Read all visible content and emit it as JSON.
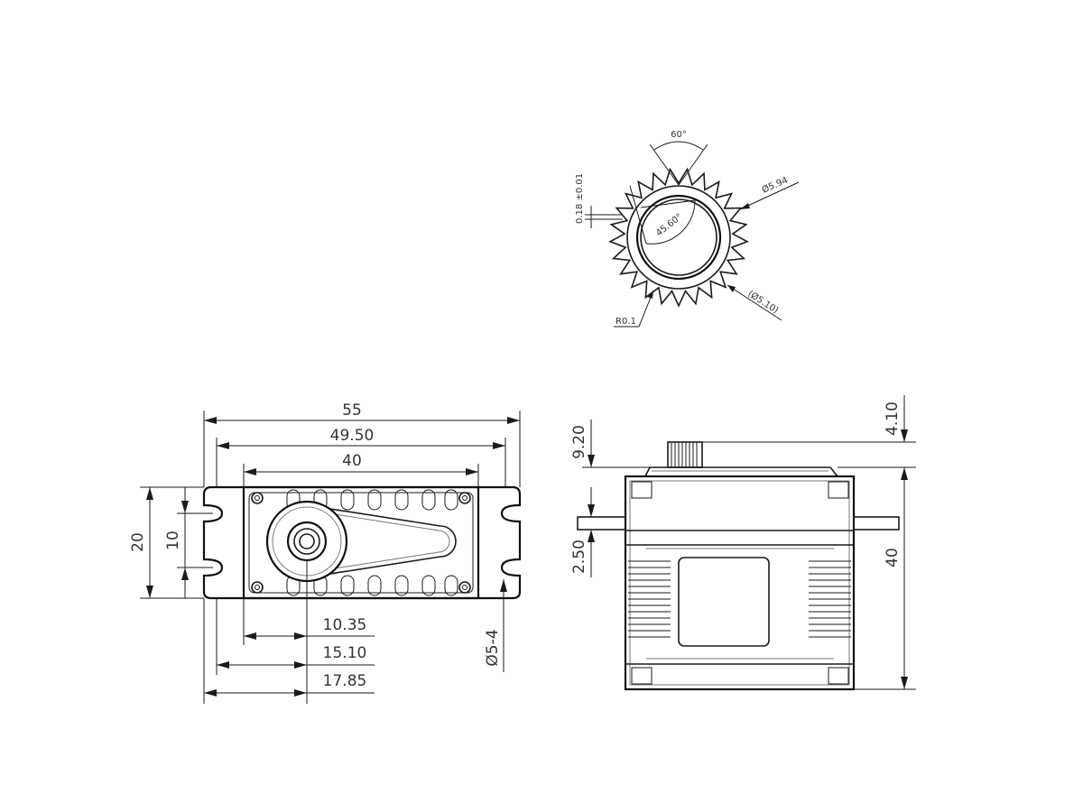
{
  "gear_detail": {
    "tooth_angle": "60°",
    "tooth_depth": "0.18 ±0.01",
    "outer_diameter": "Ø5.94",
    "pressure_angle": "45.60°",
    "root_diameter": "(Ø5.10)",
    "root_radius": "R0.1"
  },
  "top_view": {
    "overall_length": "55",
    "mounting_hole_spacing": "49.50",
    "body_length": "40",
    "overall_width": "20",
    "hole_spacing_vertical": "10",
    "shaft_offset_1": "10.35",
    "shaft_offset_2": "15.10",
    "shaft_offset_3": "17.85",
    "mounting_holes": "Ø5-4"
  },
  "side_view": {
    "spline_height": "4.10",
    "top_height": "9.20",
    "tab_thickness": "2.50",
    "body_height": "40"
  }
}
